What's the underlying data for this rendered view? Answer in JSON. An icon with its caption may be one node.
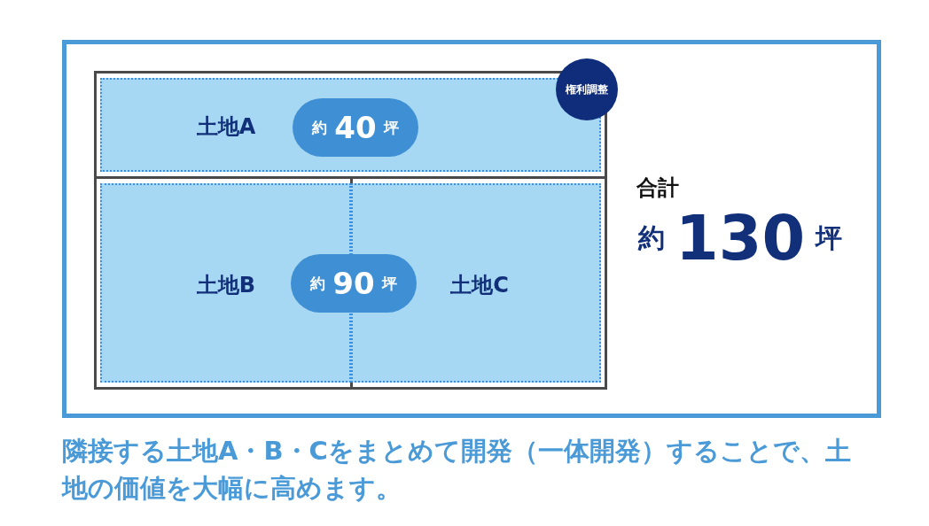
{
  "diagram": {
    "caption": "隣接する土地A・B・Cをまとめて開発（一体開発）することで、土地の価値を大幅に高めます。",
    "nodes": [
      {
        "text": [
          "土地A"
        ]
      },
      {
        "text": [
          "約 40 坪"
        ],
        "in": 0
      },
      {
        "text": [
          "権利調整"
        ]
      },
      {
        "text": [
          "土地B"
        ]
      },
      {
        "text": [
          "約 90 坪"
        ]
      },
      {
        "text": [
          "土地C"
        ]
      }
    ],
    "labels": [
      "合計",
      "約 130 坪"
    ]
  }
}
